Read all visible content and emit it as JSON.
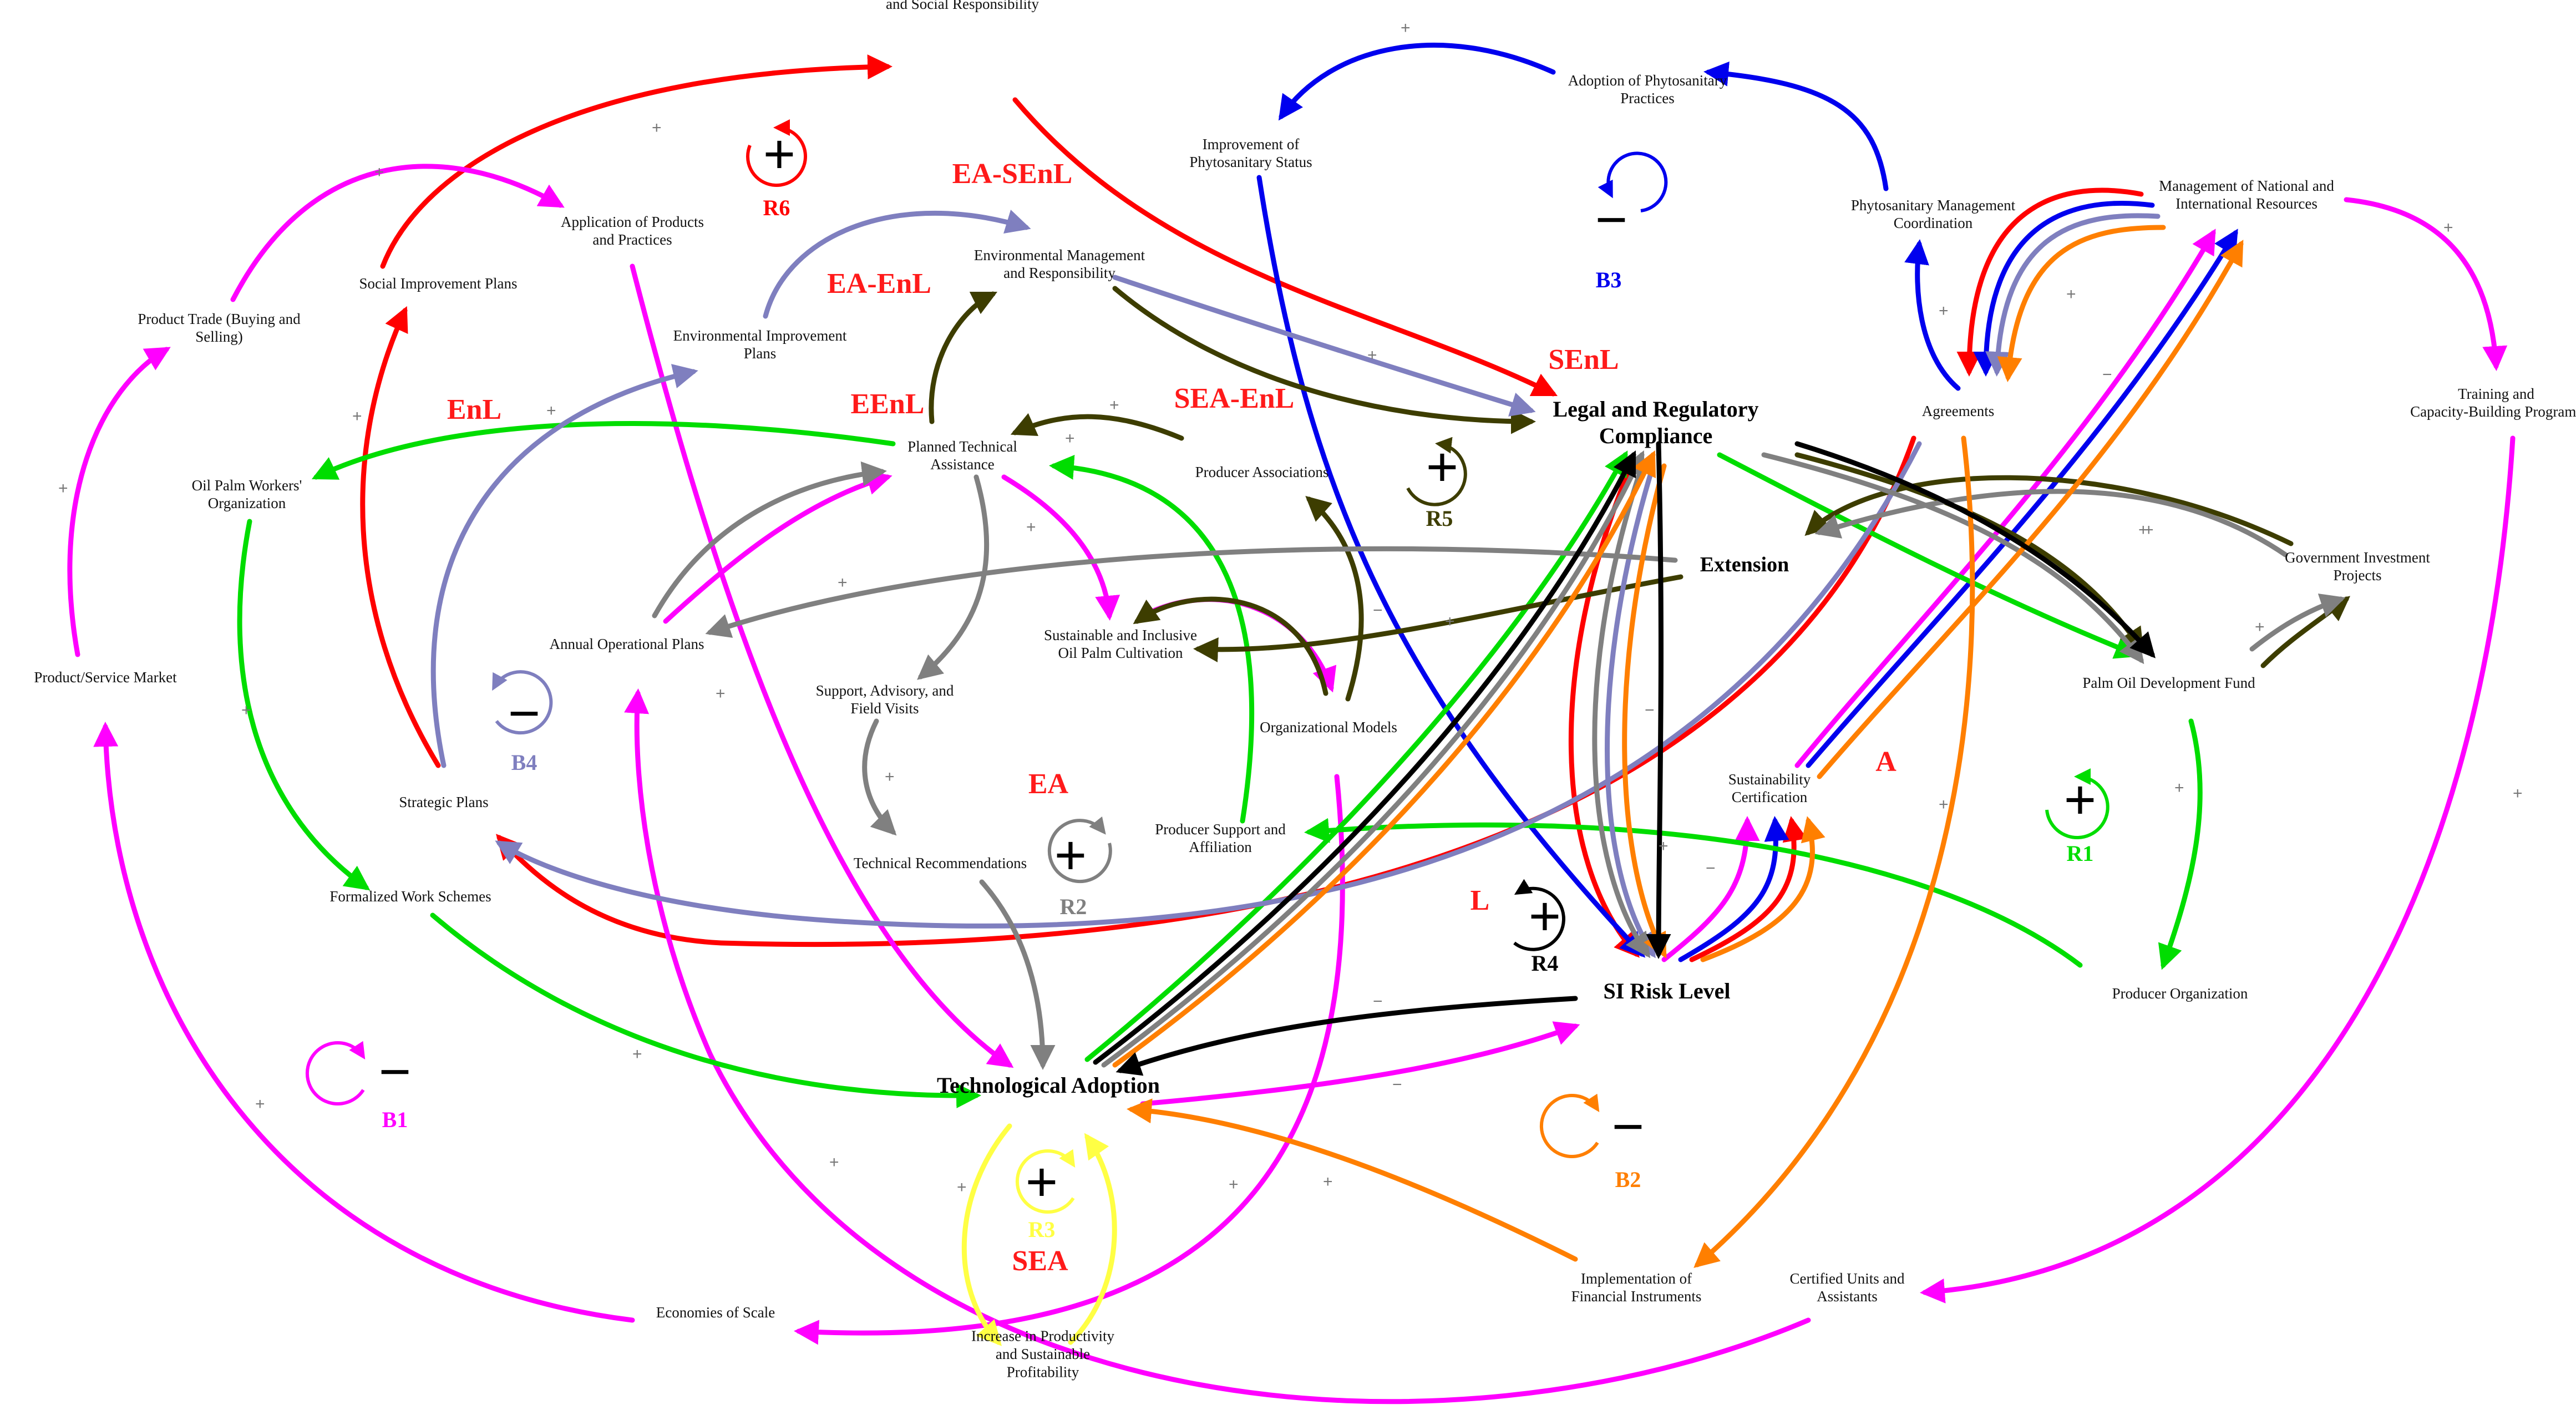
{
  "title": "",
  "nodes": {
    "environmental_management_social": "Environmental Management and Social Responsibility",
    "improvement_phytosanitary_status": "Improvement of Phytosanitary Status",
    "adoption_phytosanitary_practices": "Adoption of Phytosanitary Practices",
    "management_resources": "Management of National and International Resources",
    "phytosanitary_coordination": "Phytosanitary Management Coordination",
    "application_products_practices": "Application of Products and Practices",
    "environmental_management_responsibility": "Environmental Management and Responsibility",
    "product_trade": "Product Trade (Buying and Selling)",
    "social_improvement_plans": "Social Improvement Plans",
    "environmental_improvement_plans": "Environmental Improvement Plans",
    "training_programs": "Training and Capacity-Building Programs",
    "legal_compliance": "Legal and Regulatory Compliance",
    "agreements": "Agreements",
    "planned_technical_assistance": "Planned Technical Assistance",
    "producer_associations": "Producer Associations",
    "oil_palm_workers_org": "Oil Palm Workers' Organization",
    "extension": "Extension",
    "government_investment": "Government Investment Projects",
    "sustainable_cultivation": "Sustainable and Inclusive Oil Palm Cultivation",
    "annual_operational_plans": "Annual Operational Plans",
    "palm_oil_fund": "Palm Oil Development Fund",
    "product_service_market": "Product/Service Market",
    "support_advisory": "Support, Advisory, and Field Visits",
    "organizational_models": "Organizational Models",
    "sustainability_certification": "Sustainability Certification",
    "strategic_plans": "Strategic Plans",
    "producer_support": "Producer Support and Affiliation",
    "technical_recommendations": "Technical Recommendations",
    "formalized_work_schemes": "Formalized Work Schemes",
    "si_risk_level": "SI Risk Level",
    "producer_organization": "Producer Organization",
    "technological_adoption": "Technological Adoption",
    "financial_instruments": "Implementation of Financial Instruments",
    "certified_units": "Certified Units and Assistants",
    "economies_of_scale": "Economies of Scale",
    "productivity_increase": "Increase in Productivity and Sustainable Profitability"
  },
  "loops": [
    {
      "id": "R6",
      "polarity": "+",
      "color": "#ff0000"
    },
    {
      "id": "B3",
      "polarity": "−",
      "color": "#0000ee"
    },
    {
      "id": "R5",
      "polarity": "+",
      "color": "#3d3d00"
    },
    {
      "id": "B4",
      "polarity": "−",
      "color": "#7f7fbf"
    },
    {
      "id": "R1",
      "polarity": "+",
      "color": "#00dd00"
    },
    {
      "id": "R2",
      "polarity": "+",
      "color": "#808080"
    },
    {
      "id": "R4",
      "polarity": "+",
      "color": "#000000"
    },
    {
      "id": "B2",
      "polarity": "−",
      "color": "#ff7f00"
    },
    {
      "id": "B1",
      "polarity": "−",
      "color": "#ff00ff"
    },
    {
      "id": "R3",
      "polarity": "+",
      "color": "#ffff44"
    }
  ],
  "dimension_tags": [
    "EA-SEnL",
    "EA-EnL",
    "SEnL",
    "EnL",
    "EEnL",
    "SEA-EnL",
    "A",
    "EA",
    "L",
    "SEA"
  ],
  "colors": {
    "red": "#ff0000",
    "blue": "#0000ee",
    "magenta": "#ff00ff",
    "green": "#00dd00",
    "olive": "#3d3d00",
    "lavender": "#7f7fbf",
    "gray": "#808080",
    "orange": "#ff7f00",
    "black": "#000000",
    "yellow": "#ffff44"
  },
  "polarity_marks": {
    "plus": "+",
    "minus": "−"
  }
}
